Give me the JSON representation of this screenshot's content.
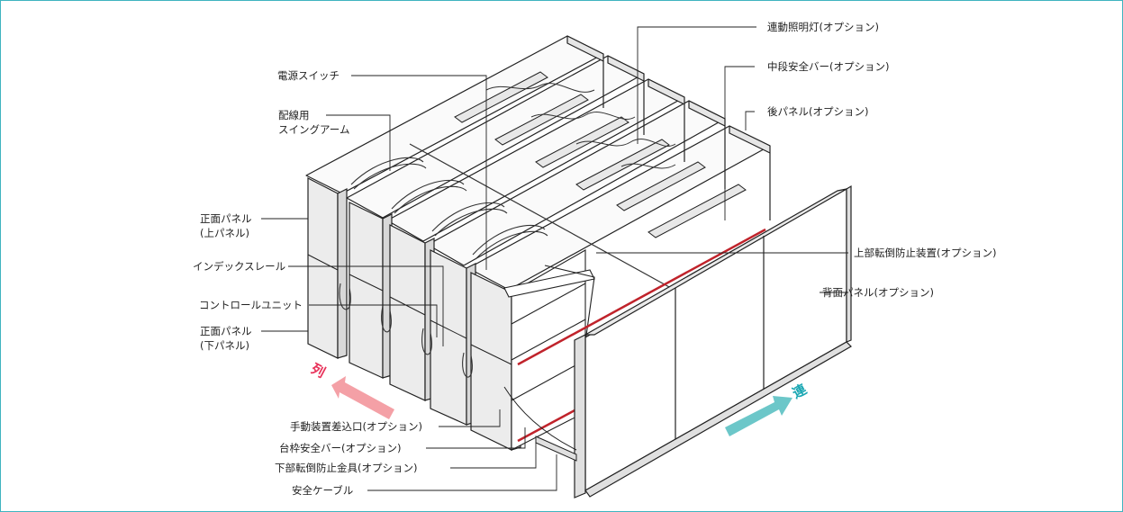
{
  "labels": {
    "linked_light": "連動照明灯(オプション)",
    "power_switch": "電源スイッチ",
    "mid_safety_bar": "中段安全バー(オプション)",
    "wiring_arm_line1": "配線用",
    "wiring_arm_line2": "スイングアーム",
    "rear_panel": "後パネル(オプション)",
    "front_panel_upper_line1": "正面パネル",
    "front_panel_upper_line2": "(上パネル)",
    "upper_anti_tip": "上部転倒防止装置(オプション)",
    "index_rail": "インデックスレール",
    "back_panel": "背面パネル(オプション)",
    "control_unit": "コントロールユニット",
    "front_panel_lower_line1": "正面パネル",
    "front_panel_lower_line2": "(下パネル)",
    "manual_device_slot": "手動装置差込口(オプション)",
    "base_safety_bar": "台枠安全バー(オプション)",
    "lower_anti_tip": "下部転倒防止金具(オプション)",
    "safety_cable": "安全ケーブル"
  },
  "directions": {
    "row": "列",
    "linked": "連"
  },
  "colors": {
    "frame": "#3fb4c0",
    "panel": "#eeeeee",
    "red_bar": "#c0232b",
    "row_arrow": "#f4a0a6",
    "row_text": "#e8325a",
    "linked_arrow": "#6cc7c9",
    "linked_text": "#1aa7b3"
  }
}
